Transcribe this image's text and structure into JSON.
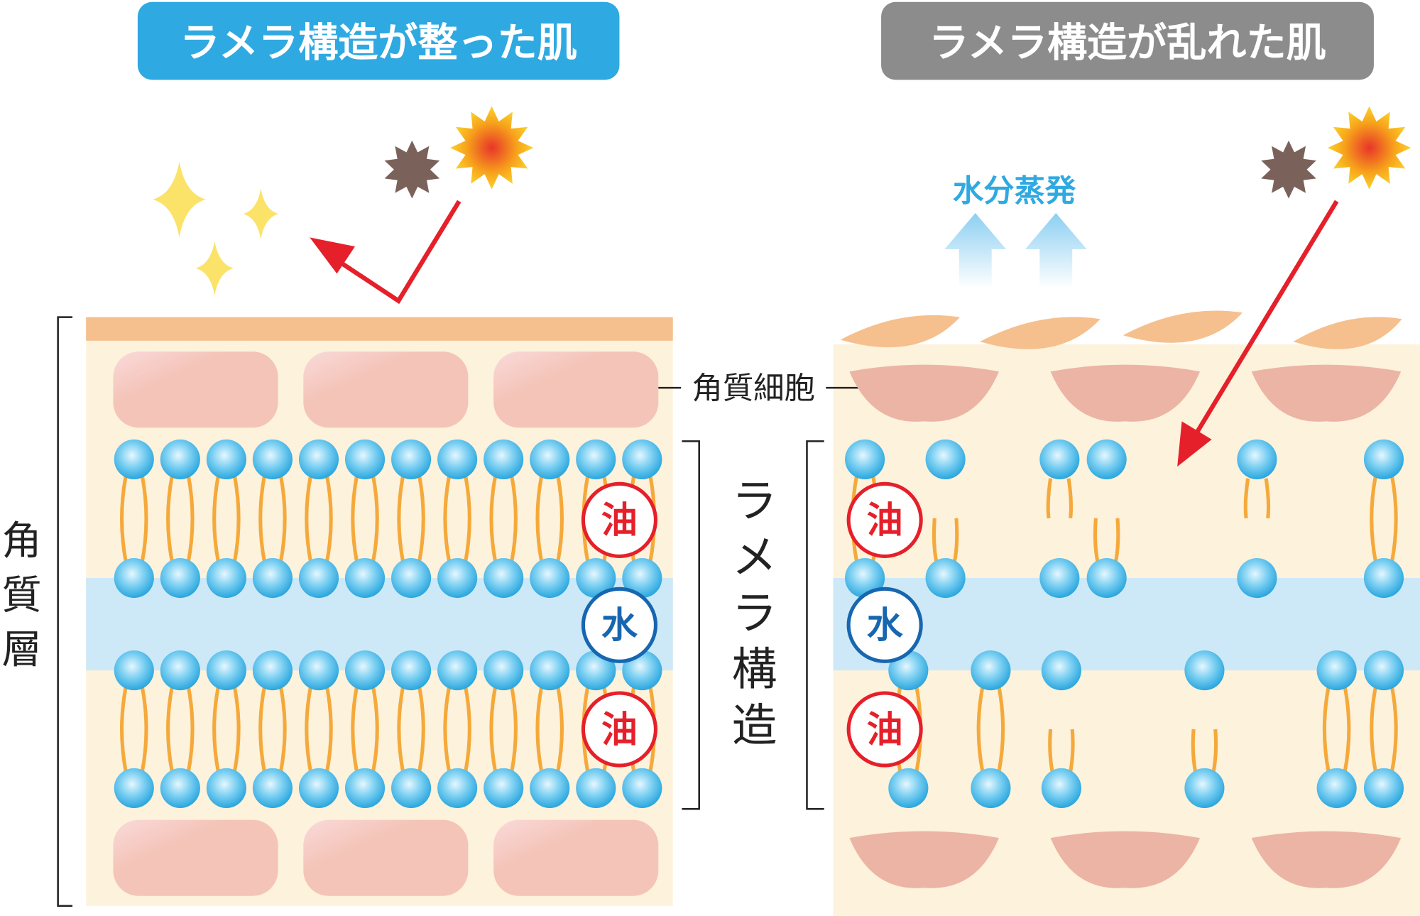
{
  "titles": {
    "healthy": "ラメラ構造が整った肌",
    "damaged": "ラメラ構造が乱れた肌"
  },
  "labels": {
    "evaporation": "水分蒸発",
    "corneocyte": "角質細胞",
    "stratum_corneum": [
      "角",
      "質",
      "層"
    ],
    "lamellar": [
      "ラ",
      "メ",
      "ラ",
      "構",
      "造"
    ],
    "oil": "油",
    "water": "水"
  },
  "colors": {
    "healthy_title_bg": "#2fa9e1",
    "damaged_title_bg": "#8c8c8c",
    "skin_bg": "#fdf2dc",
    "water_band": "#cde9f7",
    "cell": "#f4c4b8",
    "lipid_head": "#5cc0ec",
    "lipid_tail": "#f5a93a",
    "arrow_red": "#e5202a",
    "oil_red": "#e5202a",
    "water_blue": "#1766b0",
    "evap_blue": "#2fa9e1"
  }
}
